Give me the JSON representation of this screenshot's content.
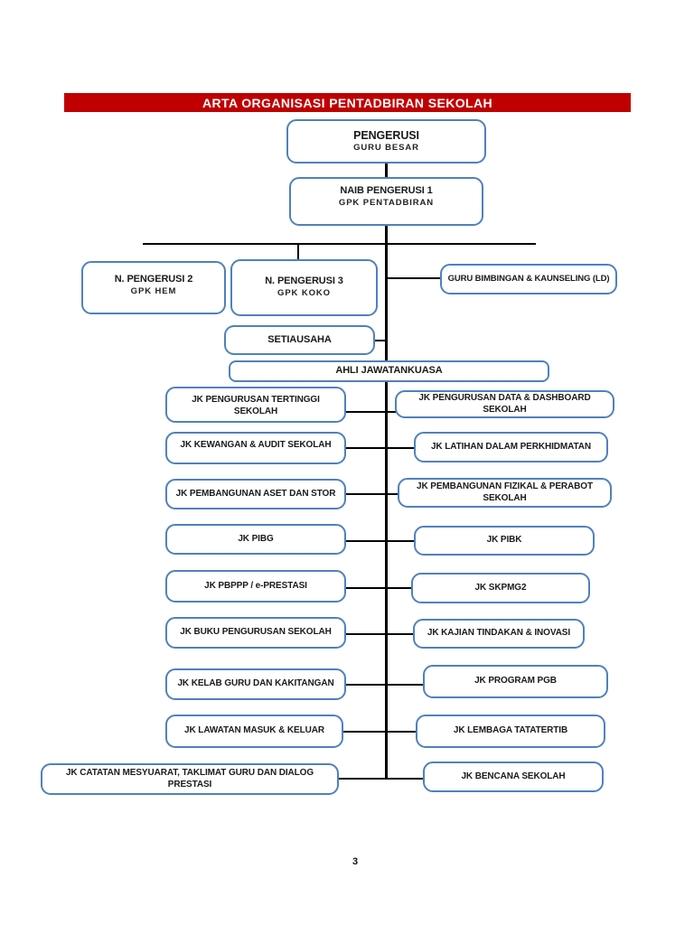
{
  "document": {
    "banner_title": "ARTA ORGANISASI PENTADBIRAN SEKOLAH",
    "page_number": "3"
  },
  "colors": {
    "banner_bg": "#C00000",
    "banner_text": "#FFFFFF",
    "node_border": "#4F81BD",
    "connector": "#000000"
  },
  "org": {
    "pengerusi": {
      "title": "PENGERUSI",
      "subtitle": "GURU BESAR"
    },
    "naib_pengerusi_1": {
      "title": "NAIB PENGERUSI 1",
      "subtitle": "GPK PENTADBIRAN"
    },
    "n_pengerusi_2": {
      "title": "N. PENGERUSI 2",
      "subtitle": "GPK HEM"
    },
    "n_pengerusi_3": {
      "title": "N. PENGERUSI 3",
      "subtitle": "GPK KOKO"
    },
    "guru_bimbingan": {
      "title": "GURU BIMBINGAN & KAUNSELING (LD)"
    },
    "setiausaha": {
      "title": "SETIAUSAHA"
    },
    "ahli_jawatankuasa": {
      "title": "AHLI JAWATANKUASA"
    },
    "committees_left": [
      "JK PENGURUSAN TERTINGGI SEKOLAH",
      "JK KEWANGAN & AUDIT SEKOLAH",
      "JK PEMBANGUNAN ASET DAN STOR",
      "JK PIBG",
      "JK PBPPP / e-PRESTASI",
      "JK BUKU PENGURUSAN SEKOLAH",
      "JK KELAB GURU DAN KAKITANGAN",
      "JK LAWATAN MASUK & KELUAR",
      "JK CATATAN MESYUARAT, TAKLIMAT GURU DAN DIALOG PRESTASI"
    ],
    "committees_right": [
      "JK PENGURUSAN DATA & DASHBOARD SEKOLAH",
      "JK LATIHAN DALAM PERKHIDMATAN",
      "JK PEMBANGUNAN FIZIKAL & PERABOT SEKOLAH",
      "JK PIBK",
      "JK SKPMG2",
      "JK KAJIAN TINDAKAN & INOVASI",
      "JK PROGRAM PGB",
      "JK LEMBAGA TATATERTIB",
      "JK BENCANA SEKOLAH"
    ]
  }
}
